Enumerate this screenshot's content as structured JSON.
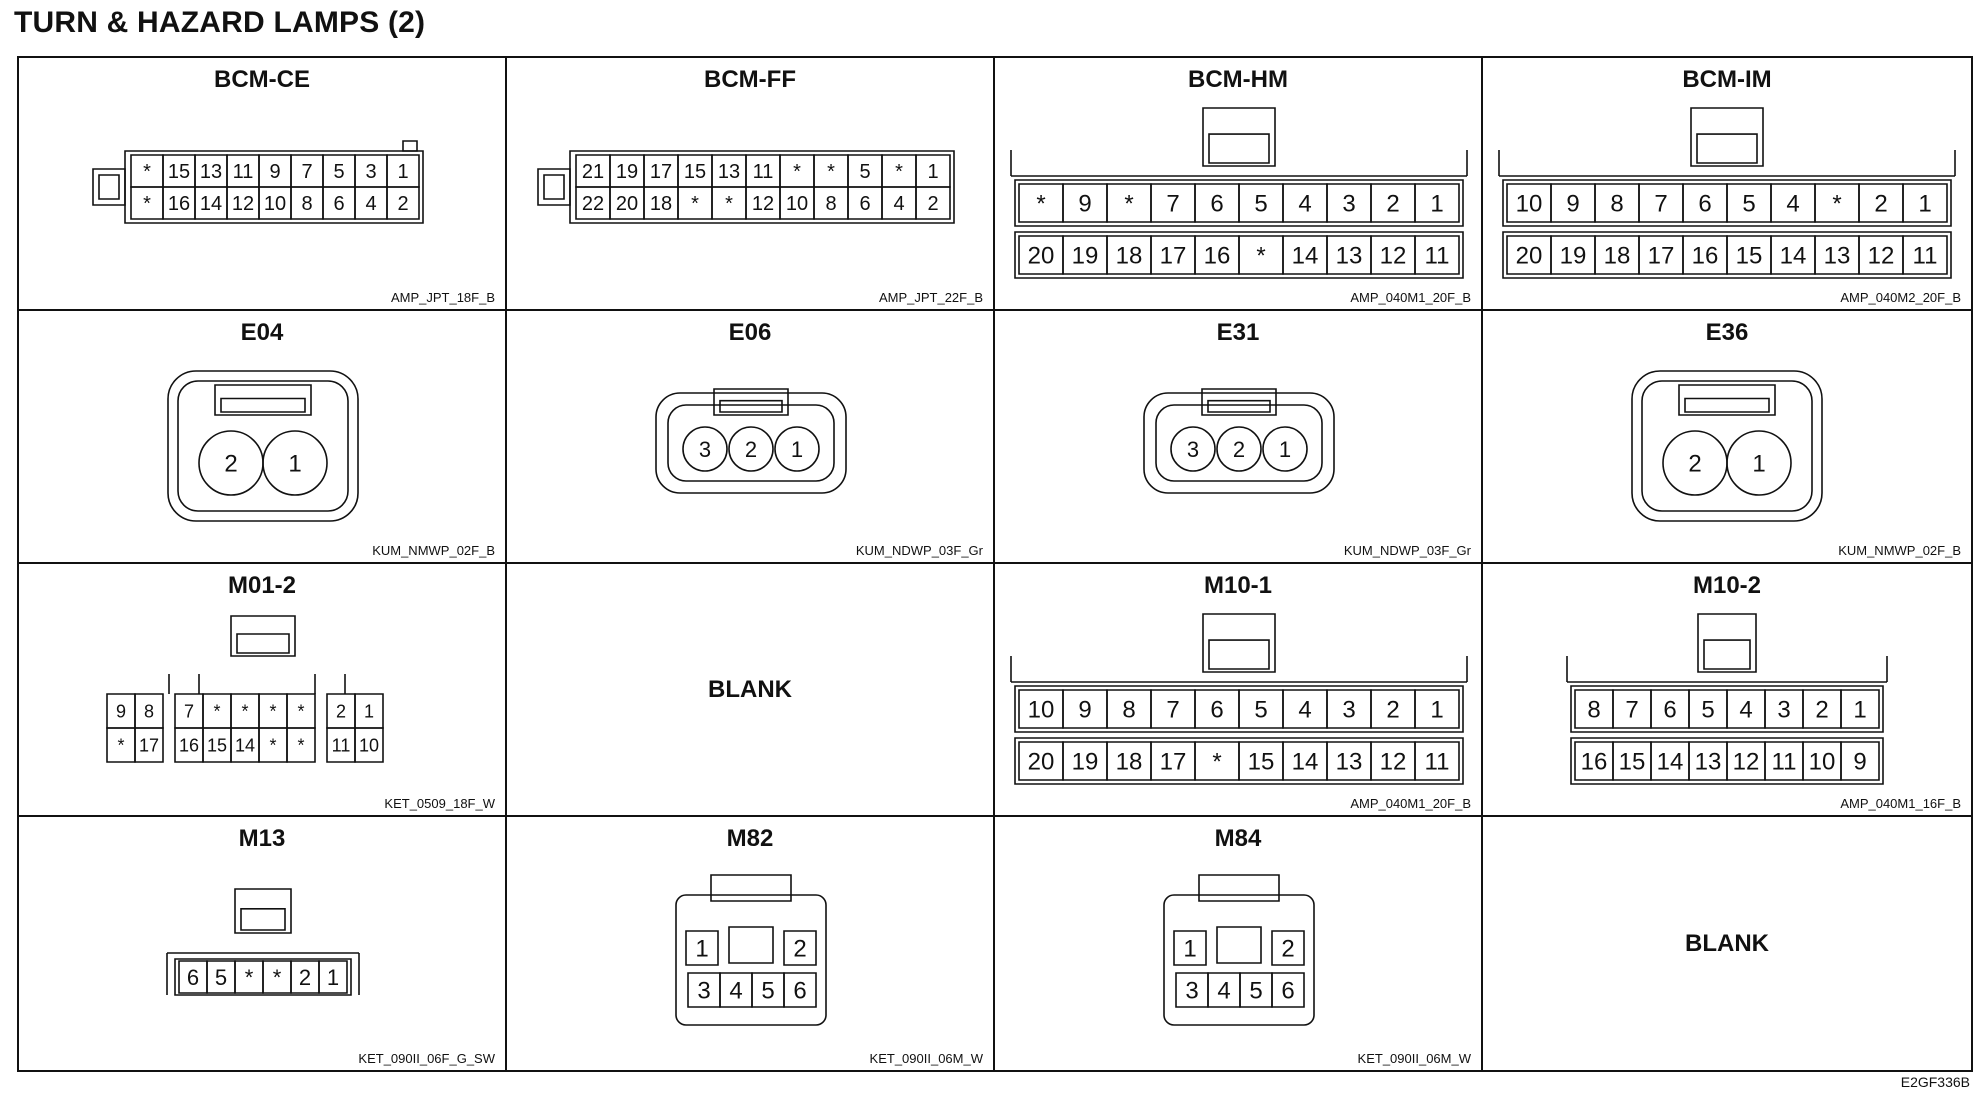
{
  "title": "TURN & HAZARD LAMPS (2)",
  "footer_code": "E2GF336B",
  "connectors": [
    {
      "id": "bcm-ce",
      "name": "BCM-CE",
      "code": "AMP_JPT_18F_B",
      "kind": "rect",
      "blank": false,
      "rows": [
        [
          "*",
          "15",
          "13",
          "11",
          "9",
          "7",
          "5",
          "3",
          "1"
        ],
        [
          "*",
          "16",
          "14",
          "12",
          "10",
          "8",
          "6",
          "4",
          "2"
        ]
      ]
    },
    {
      "id": "bcm-ff",
      "name": "BCM-FF",
      "code": "AMP_JPT_22F_B",
      "kind": "rect",
      "blank": false,
      "rows": [
        [
          "21",
          "19",
          "17",
          "15",
          "13",
          "11",
          "*",
          "*",
          "5",
          "*",
          "1"
        ],
        [
          "22",
          "20",
          "18",
          "*",
          "*",
          "12",
          "10",
          "8",
          "6",
          "4",
          "2"
        ]
      ]
    },
    {
      "id": "bcm-hm",
      "name": "BCM-HM",
      "code": "AMP_040M1_20F_B",
      "kind": "split",
      "blank": false,
      "rows": [
        [
          "*",
          "9",
          "*",
          "7",
          "6",
          "5",
          "4",
          "3",
          "2",
          "1"
        ],
        [
          "20",
          "19",
          "18",
          "17",
          "16",
          "*",
          "14",
          "13",
          "12",
          "11"
        ]
      ]
    },
    {
      "id": "bcm-im",
      "name": "BCM-IM",
      "code": "AMP_040M2_20F_B",
      "kind": "split",
      "blank": false,
      "rows": [
        [
          "10",
          "9",
          "8",
          "7",
          "6",
          "5",
          "4",
          "*",
          "2",
          "1"
        ],
        [
          "20",
          "19",
          "18",
          "17",
          "16",
          "15",
          "14",
          "13",
          "12",
          "11"
        ]
      ]
    },
    {
      "id": "e04",
      "name": "E04",
      "code": "KUM_NMWP_02F_B",
      "kind": "round",
      "blank": false,
      "rows": [
        [
          "2",
          "1"
        ]
      ]
    },
    {
      "id": "e06",
      "name": "E06",
      "code": "KUM_NDWP_03F_Gr",
      "kind": "round3",
      "blank": false,
      "rows": [
        [
          "3",
          "2",
          "1"
        ]
      ]
    },
    {
      "id": "e31",
      "name": "E31",
      "code": "KUM_NDWP_03F_Gr",
      "kind": "round3",
      "blank": false,
      "rows": [
        [
          "3",
          "2",
          "1"
        ]
      ]
    },
    {
      "id": "e36",
      "name": "E36",
      "code": "KUM_NMWP_02F_B",
      "kind": "round",
      "blank": false,
      "rows": [
        [
          "2",
          "1"
        ]
      ]
    },
    {
      "id": "m01-2",
      "name": "M01-2",
      "code": "KET_0509_18F_W",
      "kind": "stepped",
      "blank": false,
      "rows": [
        [
          "9",
          "8",
          "7",
          "*",
          "*",
          "*",
          "*",
          "2",
          "1"
        ],
        [
          "*",
          "17",
          "16",
          "15",
          "14",
          "*",
          "*",
          "11",
          "10"
        ]
      ]
    },
    {
      "id": "blank-1",
      "name": "",
      "code": "",
      "kind": "none",
      "blank": true,
      "blank_label": "BLANK",
      "rows": []
    },
    {
      "id": "m10-1",
      "name": "M10-1",
      "code": "AMP_040M1_20F_B",
      "kind": "split",
      "blank": false,
      "rows": [
        [
          "10",
          "9",
          "8",
          "7",
          "6",
          "5",
          "4",
          "3",
          "2",
          "1"
        ],
        [
          "20",
          "19",
          "18",
          "17",
          "*",
          "15",
          "14",
          "13",
          "12",
          "11"
        ]
      ]
    },
    {
      "id": "m10-2",
      "name": "M10-2",
      "code": "AMP_040M1_16F_B",
      "kind": "split",
      "blank": false,
      "rows": [
        [
          "8",
          "7",
          "6",
          "5",
          "4",
          "3",
          "2",
          "1"
        ],
        [
          "16",
          "15",
          "14",
          "13",
          "12",
          "11",
          "10",
          "9"
        ]
      ]
    },
    {
      "id": "m13",
      "name": "M13",
      "code": "KET_090II_06F_G_SW",
      "kind": "single",
      "blank": false,
      "rows": [
        [
          "6",
          "5",
          "*",
          "*",
          "2",
          "1"
        ]
      ]
    },
    {
      "id": "m82",
      "name": "M82",
      "code": "KET_090II_06M_W",
      "kind": "box6",
      "blank": false,
      "rows": [
        [
          "1",
          "2"
        ],
        [
          "3",
          "4",
          "5",
          "6"
        ]
      ]
    },
    {
      "id": "m84",
      "name": "M84",
      "code": "KET_090II_06M_W",
      "kind": "box6",
      "blank": false,
      "rows": [
        [
          "1",
          "2"
        ],
        [
          "3",
          "4",
          "5",
          "6"
        ]
      ]
    },
    {
      "id": "blank-2",
      "name": "",
      "code": "",
      "kind": "none",
      "blank": true,
      "blank_label": "BLANK",
      "rows": []
    }
  ]
}
